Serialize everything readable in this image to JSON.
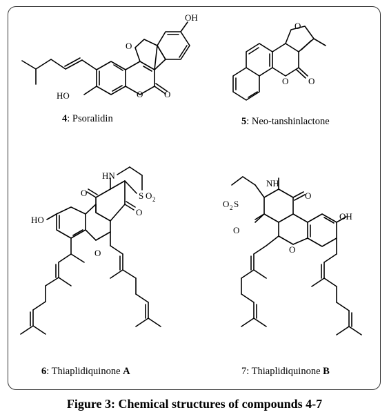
{
  "figure_caption": "Figure 3: Chemical structures of compounds 4-7",
  "compounds": [
    {
      "number": "4",
      "name": ": Psoralidin",
      "suffix": ""
    },
    {
      "number": "5",
      "name": ": Neo-tanshinlactone",
      "suffix": ""
    },
    {
      "number": "6",
      "name": ": Thiaplidiquinone ",
      "suffix": "A"
    },
    {
      "number": "7",
      "name": ": Thiaplidiquinone ",
      "suffix": "B"
    }
  ],
  "atom_labels": {
    "oh": "OH",
    "ho": "HO",
    "o": "O",
    "hn": "HN",
    "nh": "NH",
    "s": "S",
    "o2": "O",
    "o2_sub": "2",
    "o2s_o": "O",
    "o2s_sub": "2",
    "o2s_s": "S"
  }
}
